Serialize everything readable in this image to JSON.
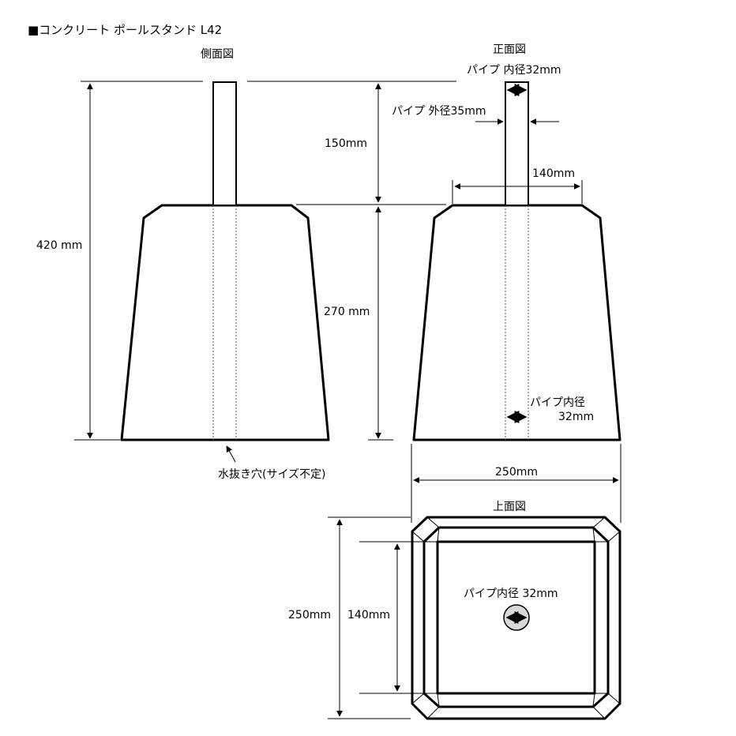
{
  "title": "■コンクリート ポールスタンド L42",
  "views": {
    "side": "側面図",
    "front": "正面図",
    "top": "上面図"
  },
  "labels": {
    "height_total": "420 mm",
    "pipe_height": "150mm",
    "base_height": "270 mm",
    "pipe_inner_top": "パイプ 内径32mm",
    "pipe_outer": "パイプ 外径35mm",
    "top_width_front": "140mm",
    "pipe_inner_front_1": "パイプ内径",
    "pipe_inner_front_2": "32mm",
    "drain_hole": "水抜き穴(サイズ不定)",
    "bottom_width": "250mm",
    "top_view_outer": "250mm",
    "top_view_inner": "140mm",
    "top_view_pipe": "パイプ内径 32mm"
  },
  "colors": {
    "line": "#000000",
    "pipe_hole_fill": "#d9d9d9"
  }
}
